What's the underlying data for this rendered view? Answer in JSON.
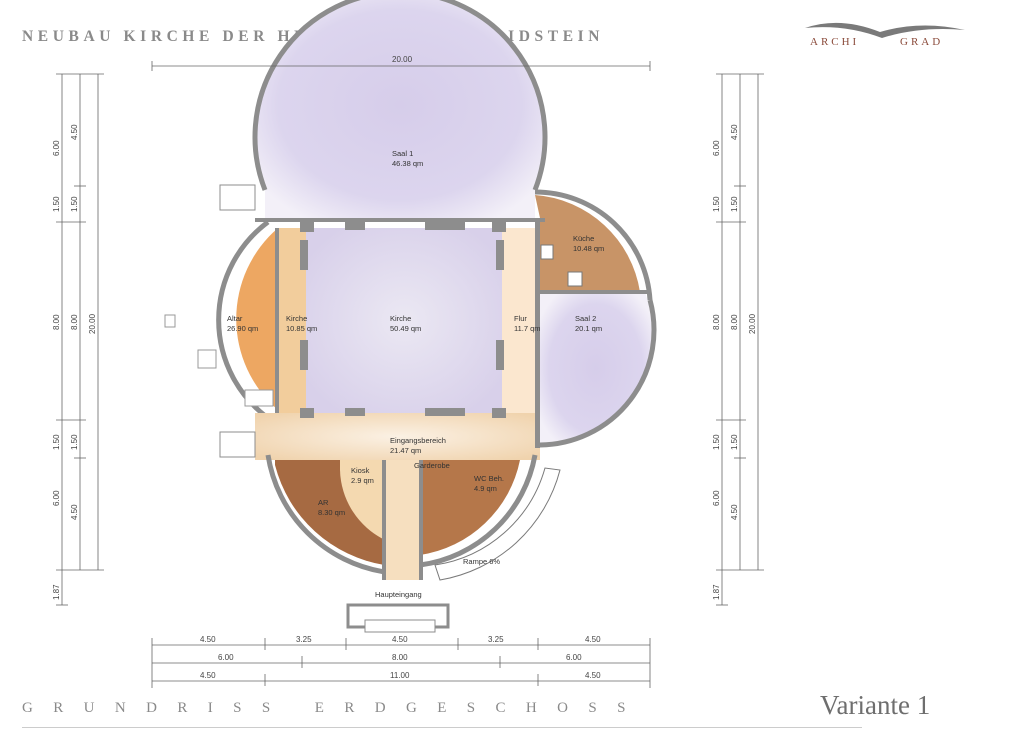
{
  "header": {
    "project_title": "NEUBAU KIRCHE DER HL. ALEXANDER IN IDSTEIN",
    "logo_left": "ARCHI",
    "logo_right": "GRAD"
  },
  "footer": {
    "plan_title": "GRUNDRISS ERDGESCHOSS",
    "variant": "Variante 1"
  },
  "colors": {
    "hall": "#d9d2ec",
    "kitchen": "#c48a58",
    "altar": "#eaa15a",
    "corridor": "#f3dcc0",
    "storage": "#a8673f",
    "wall": "#8d8d8d"
  },
  "rooms": {
    "saal1": {
      "name": "Saal 1",
      "area": "46.38 qm"
    },
    "kueche": {
      "name": "Küche",
      "area": "10.48 qm"
    },
    "altar": {
      "name": "Altar",
      "area": "26.90 qm"
    },
    "kirche_apse": {
      "name": "Kirche",
      "area": "10.85 qm"
    },
    "kirche": {
      "name": "Kirche",
      "area": "50.49 qm"
    },
    "flur": {
      "name": "Flur",
      "area": "11.7 qm"
    },
    "saal2": {
      "name": "Saal 2",
      "area": "20.1 qm"
    },
    "eingang": {
      "name": "Eingangsbereich",
      "area": "21.47 qm"
    },
    "kiosk": {
      "name": "Kiosk",
      "area": "2.9 qm"
    },
    "garderobe": {
      "name": "Garderobe"
    },
    "wc": {
      "name": "WC Beh.",
      "area": "4.9 qm"
    },
    "ar": {
      "name": "AR",
      "area": "8.30 qm"
    },
    "rampe": {
      "name": "Rampe 6%"
    },
    "haupteingang": {
      "name": "Haupteingang"
    }
  },
  "dimensions": {
    "top": "20.00",
    "bottom_row1": [
      "4.50",
      "3.25",
      "4.50",
      "3.25",
      "4.50"
    ],
    "bottom_row2": [
      "6.00",
      "8.00",
      "6.00"
    ],
    "bottom_row3": [
      "4.50",
      "11.00",
      "4.50"
    ],
    "left_col1": [
      "6.00",
      "1.50",
      "8.00",
      "1.50",
      "6.00",
      "1.87"
    ],
    "left_col2": [
      "4.50",
      "1.50",
      "8.00",
      "1.50",
      "4.50"
    ],
    "left_col3": "20.00",
    "right_col1": [
      "6.00",
      "1.50",
      "8.00",
      "1.50",
      "6.00",
      "1.87"
    ],
    "right_col2": [
      "4.50",
      "1.50",
      "8.00",
      "1.50",
      "4.50"
    ],
    "right_col3": "20.00"
  }
}
